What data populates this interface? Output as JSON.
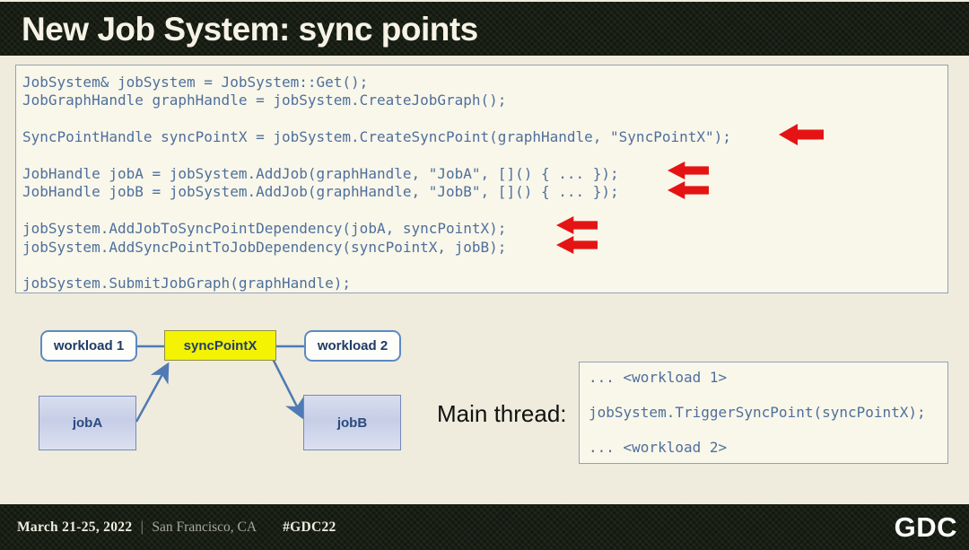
{
  "slide": {
    "title": "New Job System: sync points"
  },
  "code_block": {
    "lines": [
      "JobSystem& jobSystem = JobSystem::Get();",
      "JobGraphHandle graphHandle = jobSystem.CreateJobGraph();",
      "",
      "SyncPointHandle syncPointX = jobSystem.CreateSyncPoint(graphHandle, \"SyncPointX\");",
      "",
      "JobHandle jobA = jobSystem.AddJob(graphHandle, \"JobA\", []() { ... });",
      "JobHandle jobB = jobSystem.AddJob(graphHandle, \"JobB\", []() { ... });",
      "",
      "jobSystem.AddJobToSyncPointDependency(jobA, syncPointX);",
      "jobSystem.AddSyncPointToJobDependency(syncPointX, jobB);",
      "",
      "jobSystem.SubmitJobGraph(graphHandle);"
    ]
  },
  "diagram": {
    "workload1_label": "workload 1",
    "syncpoint_label": "syncPointX",
    "workload2_label": "workload 2",
    "joba_label": "jobA",
    "jobb_label": "jobB"
  },
  "main_thread": {
    "label": "Main thread:",
    "lines": [
      "... <workload 1>",
      "",
      "jobSystem.TriggerSyncPoint(syncPointX);",
      "",
      "... <workload 2>"
    ]
  },
  "footer": {
    "date": "March 21-25, 2022",
    "separator": "|",
    "location": "San Francisco, CA",
    "hashtag": "#GDC22",
    "logo_text": "GDC"
  },
  "colors": {
    "slide_background": "#efecdd",
    "header_background": "#13180f",
    "code_text": "#4e6f9c",
    "red_arrow": "#e51414",
    "syncpoint_yellow": "#f3f303",
    "connector_blue": "#4f7ab5"
  }
}
